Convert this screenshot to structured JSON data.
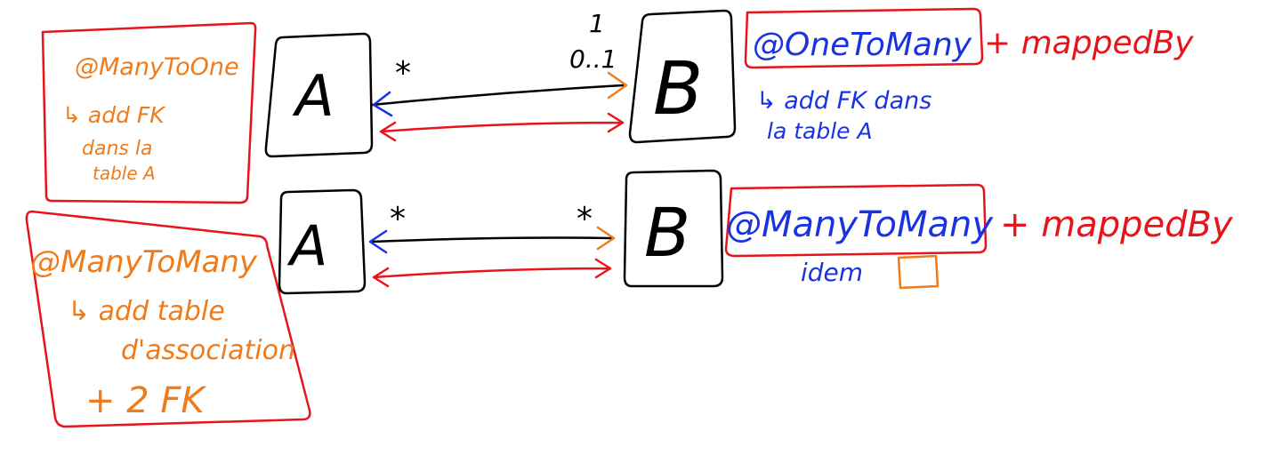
{
  "colors": {
    "ink": "#000000",
    "orange": "#f07b1a",
    "red": "#e8141c",
    "blue": "#1a33e0"
  },
  "top": {
    "left_note": {
      "annotation": "@ManyToOne",
      "line1": "↳ add FK",
      "line2": "dans la",
      "line3": "table A"
    },
    "entity_a": "A",
    "entity_b": "B",
    "mult_a": "*",
    "mult_b_upper": "1",
    "mult_b_lower": "0..1",
    "right_note": {
      "annotation": "@OneToMany",
      "suffix": "+ mappedBy",
      "line1": "↳ add FK dans",
      "line2": "la table A"
    }
  },
  "bottom": {
    "left_note": {
      "annotation": "@ManyToMany",
      "line1": "↳ add table",
      "line2": "d'association",
      "line3": "+ 2 FK"
    },
    "entity_a": "A",
    "entity_b": "B",
    "mult_a": "*",
    "mult_b": "*",
    "right_note": {
      "annotation": "@ManyToMany",
      "suffix": "+ mappedBy",
      "line1": "idem"
    }
  }
}
